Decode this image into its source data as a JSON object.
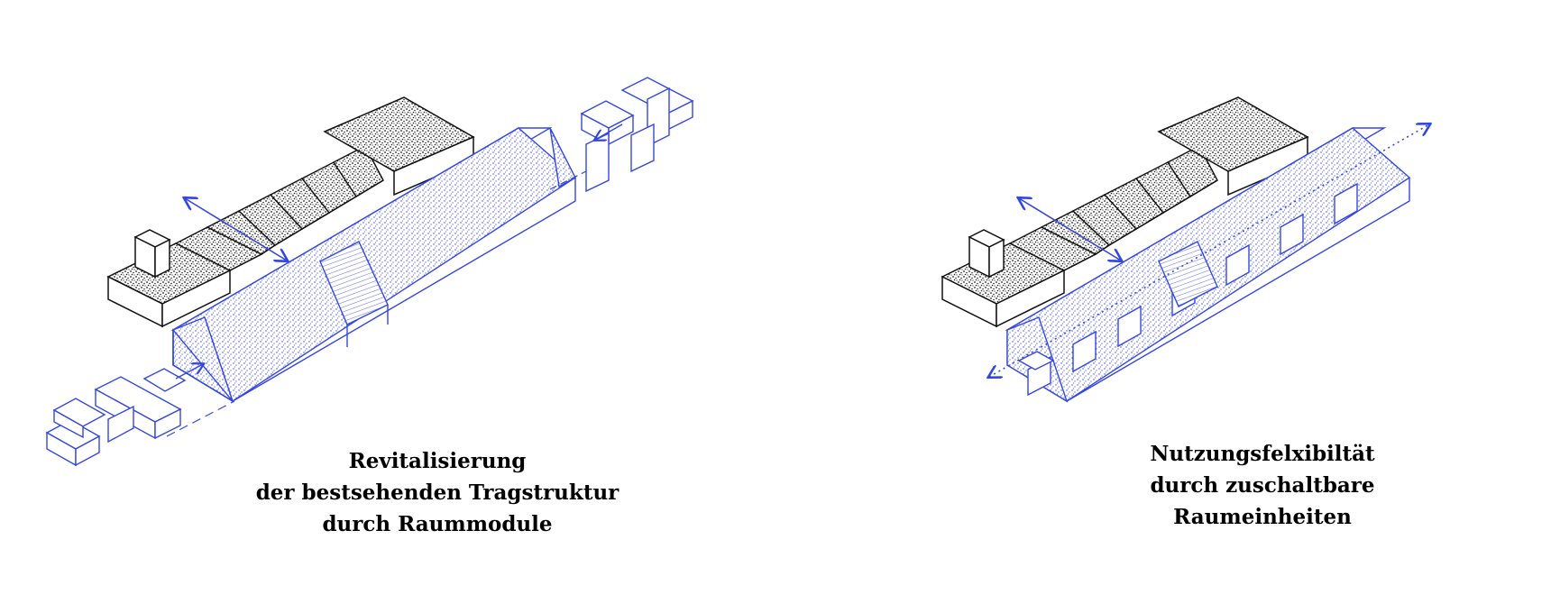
{
  "captions": {
    "left": {
      "line1": "Revitalisierung",
      "line2": "der bestsehenden Tragstruktur",
      "line3": "durch Raummodule"
    },
    "right": {
      "line1": "Nutzungsfelxibiltät",
      "line2": "durch zuschaltbare",
      "line3": "Raumeinheiten"
    }
  },
  "colors": {
    "accent_blue": "#3446e0",
    "stipple": "#1c1c1c",
    "outline": "#111111"
  }
}
